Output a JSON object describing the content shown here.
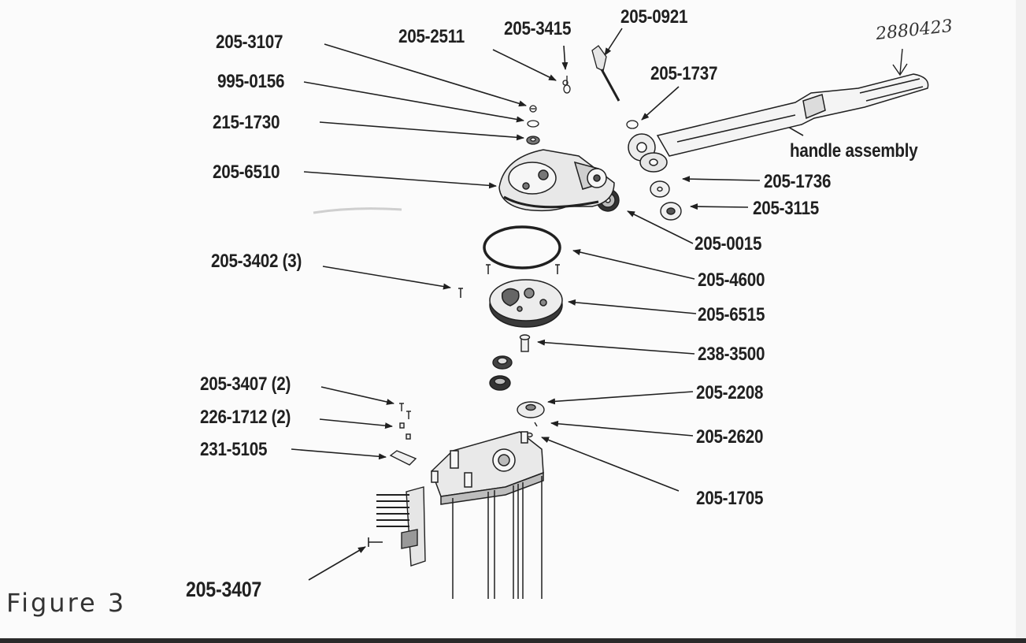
{
  "figure": {
    "caption": "Figure 3",
    "handwritten_number": "2880423",
    "colors": {
      "ink": "#202020",
      "paper": "#fbfbfb"
    }
  },
  "callouts": [
    {
      "id": "c205-3107",
      "text": "205-3107"
    },
    {
      "id": "c995-0156",
      "text": "995-0156"
    },
    {
      "id": "c215-1730",
      "text": "215-1730"
    },
    {
      "id": "c205-6510",
      "text": "205-6510"
    },
    {
      "id": "c205-2511",
      "text": "205-2511"
    },
    {
      "id": "c205-3415",
      "text": "205-3415"
    },
    {
      "id": "c205-0921",
      "text": "205-0921"
    },
    {
      "id": "c205-1737",
      "text": "205-1737"
    },
    {
      "id": "c-handle",
      "text": "handle assembly"
    },
    {
      "id": "c205-1736",
      "text": "205-1736"
    },
    {
      "id": "c205-3115",
      "text": "205-3115"
    },
    {
      "id": "c205-0015",
      "text": "205-0015"
    },
    {
      "id": "c205-3402",
      "text": "205-3402 (3)"
    },
    {
      "id": "c205-4600",
      "text": "205-4600"
    },
    {
      "id": "c205-6515",
      "text": "205-6515"
    },
    {
      "id": "c238-3500",
      "text": "238-3500"
    },
    {
      "id": "c205-3407-2",
      "text": "205-3407 (2)"
    },
    {
      "id": "c205-2208",
      "text": "205-2208"
    },
    {
      "id": "c226-1712",
      "text": "226-1712 (2)"
    },
    {
      "id": "c205-2620",
      "text": "205-2620"
    },
    {
      "id": "c231-5105",
      "text": "231-5105"
    },
    {
      "id": "c205-1705",
      "text": "205-1705"
    },
    {
      "id": "c205-3407",
      "text": "205-3407"
    }
  ]
}
